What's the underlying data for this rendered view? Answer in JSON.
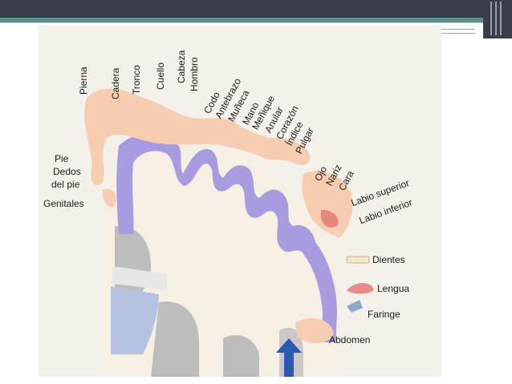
{
  "homunculus": {
    "labels_top": [
      "Pierna",
      "Cadera",
      "Tronco",
      "Cuello",
      "Cabeza",
      "Hombro",
      "Codo",
      "Antebrazo",
      "Muñeca",
      "Mano",
      "Meñique",
      "Anular",
      "Corazón",
      "Índice",
      "Pulgar"
    ],
    "labels_face": [
      "Ojo",
      "Nariz",
      "Cara",
      "Labio superior",
      "Labio inferior"
    ],
    "labels_left": [
      "Pie",
      "Dedos",
      "del pie",
      "Genitales"
    ],
    "labels_right": [
      "Dientes",
      "Lengua",
      "Faringe",
      "Abdomen"
    ]
  },
  "colors": {
    "header": "#3a3e4c",
    "header_accent": "#5e8f8c",
    "cortex": "#a99be0",
    "brain": "#f5efe4",
    "skin": "#f6cdb0",
    "arrow": "#2c57b5"
  }
}
